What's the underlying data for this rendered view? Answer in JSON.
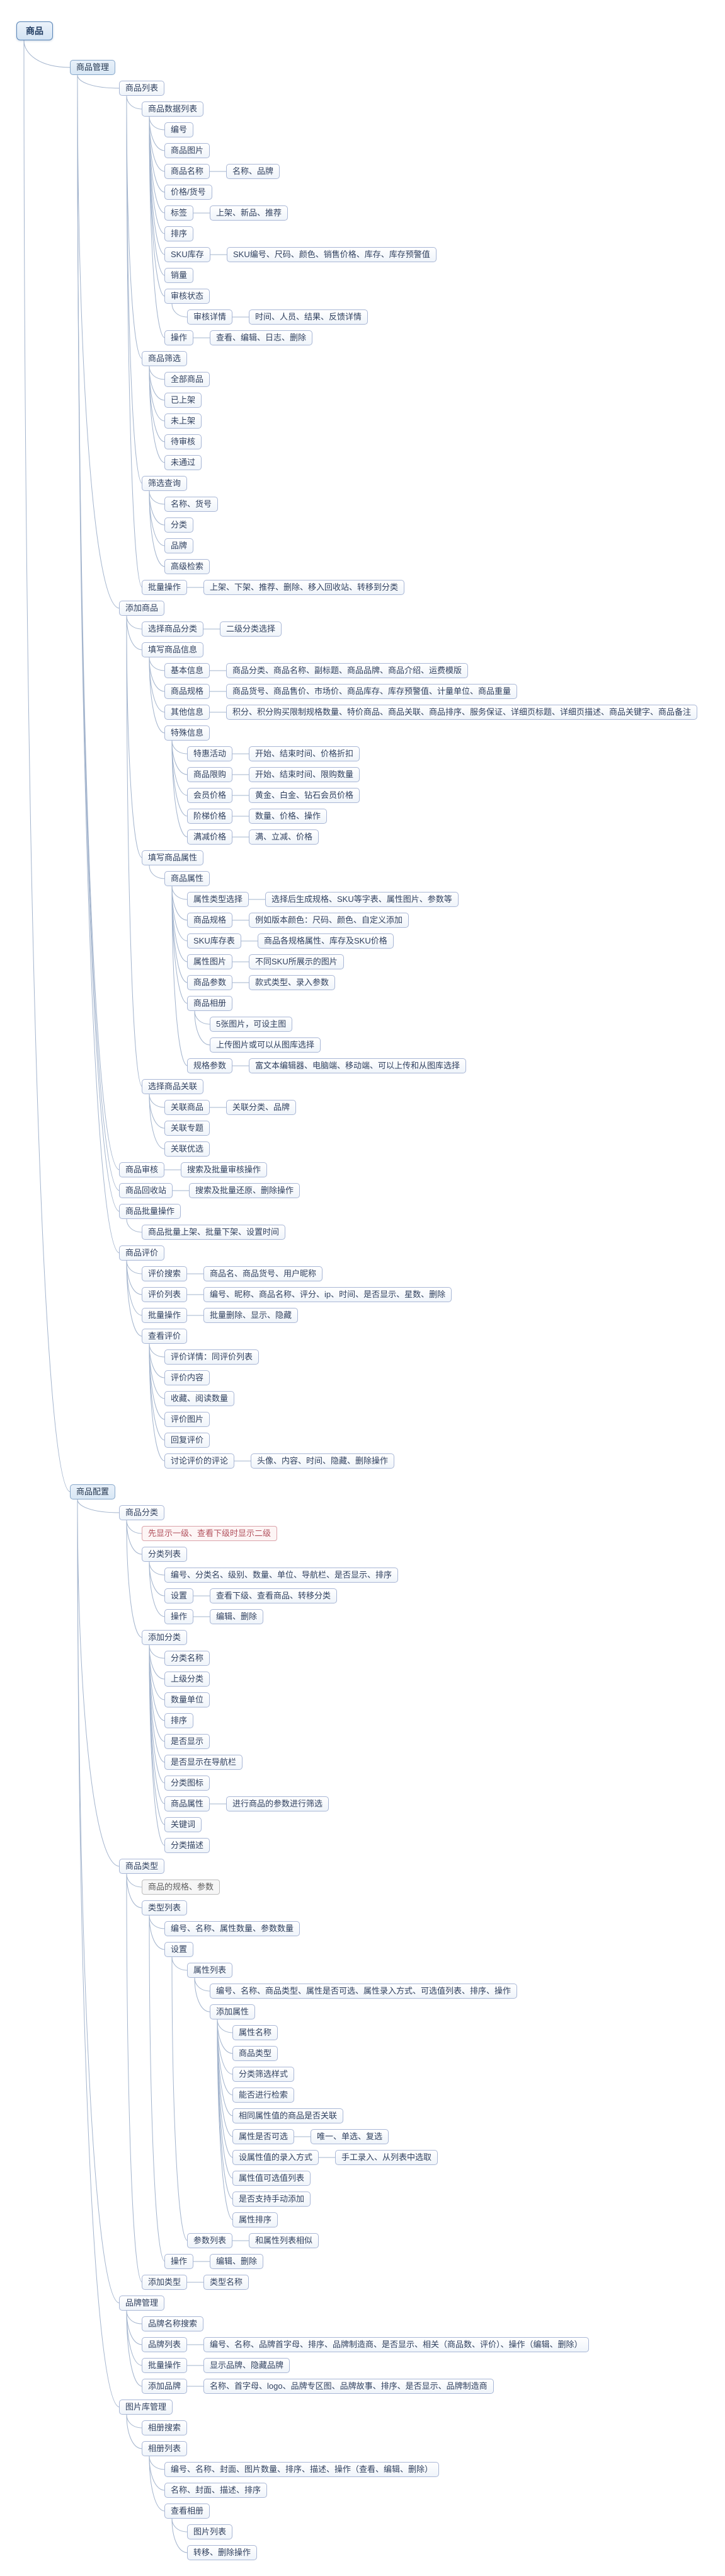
{
  "palette": {
    "edge_line": "#a3b4cd",
    "node_border": "#a9b7d6",
    "node_text": "#30405e",
    "root_border": "#5a86b8",
    "primary_fill": "#d8e7f5",
    "note_pink_text": "#b2525e",
    "note_gray_text": "#5d5d5d"
  },
  "mindmap": {
    "root": {
      "label": "商品",
      "style": "root",
      "children": [
        {
          "label": "商品管理",
          "style": "primary",
          "children": [
            {
              "label": "商品列表",
              "children": [
                {
                  "label": "商品数据列表",
                  "children": [
                    {
                      "label": "编号"
                    },
                    {
                      "label": "商品图片"
                    },
                    {
                      "label": "商品名称",
                      "children": [
                        {
                          "label": "名称、品牌"
                        }
                      ]
                    },
                    {
                      "label": "价格/货号"
                    },
                    {
                      "label": "标签",
                      "children": [
                        {
                          "label": "上架、新品、推荐"
                        }
                      ]
                    },
                    {
                      "label": "排序"
                    },
                    {
                      "label": "SKU库存",
                      "children": [
                        {
                          "label": "SKU编号、尺码、颜色、销售价格、库存、库存预警值"
                        }
                      ]
                    },
                    {
                      "label": "销量"
                    },
                    {
                      "label": "审核状态",
                      "children": [
                        {
                          "label": "审核详情",
                          "children": [
                            {
                              "label": "时间、人员、结果、反馈详情"
                            }
                          ]
                        }
                      ]
                    },
                    {
                      "label": "操作",
                      "children": [
                        {
                          "label": "查看、编辑、日志、删除"
                        }
                      ]
                    }
                  ]
                },
                {
                  "label": "商品筛选",
                  "children": [
                    {
                      "label": "全部商品"
                    },
                    {
                      "label": "已上架"
                    },
                    {
                      "label": "未上架"
                    },
                    {
                      "label": "待审核"
                    },
                    {
                      "label": "未通过"
                    }
                  ]
                },
                {
                  "label": "筛选查询",
                  "children": [
                    {
                      "label": "名称、货号"
                    },
                    {
                      "label": "分类"
                    },
                    {
                      "label": "品牌"
                    },
                    {
                      "label": "高级检索"
                    }
                  ]
                },
                {
                  "label": "批量操作",
                  "children": [
                    {
                      "label": "上架、下架、推荐、删除、移入回收站、转移到分类"
                    }
                  ]
                }
              ]
            },
            {
              "label": "添加商品",
              "children": [
                {
                  "label": "选择商品分类",
                  "children": [
                    {
                      "label": "二级分类选择"
                    }
                  ]
                },
                {
                  "label": "填写商品信息",
                  "children": [
                    {
                      "label": "基本信息",
                      "children": [
                        {
                          "label": "商品分类、商品名称、副标题、商品品牌、商品介绍、运费模版"
                        }
                      ]
                    },
                    {
                      "label": "商品规格",
                      "children": [
                        {
                          "label": "商品货号、商品售价、市场价、商品库存、库存预警值、计量单位、商品重量"
                        }
                      ]
                    },
                    {
                      "label": "其他信息",
                      "children": [
                        {
                          "label": "积分、积分购买限制规格数量、特价商品、商品关联、商品排序、服务保证、详细页标题、详细页描述、商品关键字、商品备注"
                        }
                      ]
                    },
                    {
                      "label": "特殊信息",
                      "children": [
                        {
                          "label": "特惠活动",
                          "children": [
                            {
                              "label": "开始、结束时间、价格折扣"
                            }
                          ]
                        },
                        {
                          "label": "商品限购",
                          "children": [
                            {
                              "label": "开始、结束时间、限购数量"
                            }
                          ]
                        },
                        {
                          "label": "会员价格",
                          "children": [
                            {
                              "label": "黄金、白金、钻石会员价格"
                            }
                          ]
                        },
                        {
                          "label": "阶梯价格",
                          "children": [
                            {
                              "label": "数量、价格、操作"
                            }
                          ]
                        },
                        {
                          "label": "满减价格",
                          "children": [
                            {
                              "label": "满、立减、价格"
                            }
                          ]
                        }
                      ]
                    }
                  ]
                },
                {
                  "label": "填写商品属性",
                  "children": [
                    {
                      "label": "商品属性",
                      "children": [
                        {
                          "label": "属性类型选择",
                          "children": [
                            {
                              "label": "选择后生成规格、SKU等字表、属性图片、参数等"
                            }
                          ]
                        },
                        {
                          "label": "商品规格",
                          "children": [
                            {
                              "label": "例如版本颜色：尺码、颜色、自定义添加"
                            }
                          ]
                        },
                        {
                          "label": "SKU库存表",
                          "children": [
                            {
                              "label": "商品各规格属性、库存及SKU价格"
                            }
                          ]
                        },
                        {
                          "label": "属性图片",
                          "children": [
                            {
                              "label": "不同SKU所展示的图片"
                            }
                          ]
                        },
                        {
                          "label": "商品参数",
                          "children": [
                            {
                              "label": "款式类型、录入参数"
                            }
                          ]
                        },
                        {
                          "label": "商品相册",
                          "children": [
                            {
                              "label": "5张图片，可设主图"
                            },
                            {
                              "label": "上传图片或可以从图库选择"
                            }
                          ]
                        },
                        {
                          "label": "规格参数",
                          "children": [
                            {
                              "label": "富文本编辑器、电脑端、移动端、可以上传和从图库选择"
                            }
                          ]
                        }
                      ]
                    }
                  ]
                },
                {
                  "label": "选择商品关联",
                  "children": [
                    {
                      "label": "关联商品",
                      "children": [
                        {
                          "label": "关联分类、品牌"
                        }
                      ]
                    },
                    {
                      "label": "关联专题"
                    },
                    {
                      "label": "关联优选"
                    }
                  ]
                }
              ]
            },
            {
              "label": "商品审核",
              "children": [
                {
                  "label": "搜索及批量审核操作"
                }
              ]
            },
            {
              "label": "商品回收站",
              "children": [
                {
                  "label": "搜索及批量还原、删除操作"
                }
              ]
            },
            {
              "label": "商品批量操作",
              "stack": true,
              "children": [
                {
                  "label": "商品批量上架、批量下架、设置时间"
                }
              ]
            },
            {
              "label": "商品评价",
              "children": [
                {
                  "label": "评价搜索",
                  "children": [
                    {
                      "label": "商品名、商品货号、用户昵称"
                    }
                  ]
                },
                {
                  "label": "评价列表",
                  "children": [
                    {
                      "label": "编号、昵称、商品名称、评分、ip、时间、是否显示、星数、删除"
                    }
                  ]
                },
                {
                  "label": "批量操作",
                  "children": [
                    {
                      "label": "批量删除、显示、隐藏"
                    }
                  ]
                },
                {
                  "label": "查看评价",
                  "children": [
                    {
                      "label": "评价详情：同评价列表"
                    },
                    {
                      "label": "评价内容"
                    },
                    {
                      "label": "收藏、阅读数量"
                    },
                    {
                      "label": "评价图片"
                    },
                    {
                      "label": "回复评价"
                    },
                    {
                      "label": "讨论评价的评论",
                      "children": [
                        {
                          "label": "头像、内容、时间、隐藏、删除操作"
                        }
                      ]
                    }
                  ]
                }
              ]
            }
          ]
        },
        {
          "label": "商品配置",
          "style": "primary",
          "children": [
            {
              "label": "商品分类",
              "children": [
                {
                  "label": "先显示一级、查看下级时显示二级",
                  "style": "pink"
                },
                {
                  "label": "分类列表",
                  "children": [
                    {
                      "label": "编号、分类名、级别、数量、单位、导航栏、是否显示、排序"
                    },
                    {
                      "label": "设置",
                      "children": [
                        {
                          "label": "查看下级、查看商品、转移分类"
                        }
                      ]
                    },
                    {
                      "label": "操作",
                      "children": [
                        {
                          "label": "编辑、删除"
                        }
                      ]
                    }
                  ]
                },
                {
                  "label": "添加分类",
                  "children": [
                    {
                      "label": "分类名称"
                    },
                    {
                      "label": "上级分类"
                    },
                    {
                      "label": "数量单位"
                    },
                    {
                      "label": "排序"
                    },
                    {
                      "label": "是否显示"
                    },
                    {
                      "label": "是否显示在导航栏"
                    },
                    {
                      "label": "分类图标"
                    },
                    {
                      "label": "商品属性",
                      "children": [
                        {
                          "label": "进行商品的参数进行筛选"
                        }
                      ]
                    },
                    {
                      "label": "关键词"
                    },
                    {
                      "label": "分类描述"
                    }
                  ]
                }
              ]
            },
            {
              "label": "商品类型",
              "children": [
                {
                  "label": "商品的规格、参数",
                  "style": "gray"
                },
                {
                  "label": "类型列表",
                  "children": [
                    {
                      "label": "编号、名称、属性数量、参数数量"
                    },
                    {
                      "label": "设置",
                      "children": [
                        {
                          "label": "属性列表",
                          "children": [
                            {
                              "label": "编号、名称、商品类型、属性是否可选、属性录入方式、可选值列表、排序、操作"
                            },
                            {
                              "label": "添加属性",
                              "children": [
                                {
                                  "label": "属性名称"
                                },
                                {
                                  "label": "商品类型"
                                },
                                {
                                  "label": "分类筛选样式"
                                },
                                {
                                  "label": "能否进行检索"
                                },
                                {
                                  "label": "相同属性值的商品是否关联"
                                },
                                {
                                  "label": "属性是否可选",
                                  "children": [
                                    {
                                      "label": "唯一、单选、复选"
                                    }
                                  ]
                                },
                                {
                                  "label": "设属性值的录入方式",
                                  "children": [
                                    {
                                      "label": "手工录入、从列表中选取"
                                    }
                                  ]
                                },
                                {
                                  "label": "属性值可选值列表"
                                },
                                {
                                  "label": "是否支持手动添加"
                                },
                                {
                                  "label": "属性排序"
                                }
                              ]
                            }
                          ]
                        },
                        {
                          "label": "参数列表",
                          "children": [
                            {
                              "label": "和属性列表相似"
                            }
                          ]
                        }
                      ]
                    },
                    {
                      "label": "操作",
                      "children": [
                        {
                          "label": "编辑、删除"
                        }
                      ]
                    }
                  ]
                },
                {
                  "label": "添加类型",
                  "children": [
                    {
                      "label": "类型名称"
                    }
                  ]
                }
              ]
            },
            {
              "label": "品牌管理",
              "children": [
                {
                  "label": "品牌名称搜索"
                },
                {
                  "label": "品牌列表",
                  "children": [
                    {
                      "label": "编号、名称、品牌首字母、排序、品牌制造商、是否显示、相关（商品数、评价）、操作（编辑、删除）"
                    }
                  ]
                },
                {
                  "label": "批量操作",
                  "children": [
                    {
                      "label": "显示品牌、隐藏品牌"
                    }
                  ]
                },
                {
                  "label": "添加品牌",
                  "children": [
                    {
                      "label": "名称、首字母、logo、品牌专区图、品牌故事、排序、是否显示、品牌制造商"
                    }
                  ]
                }
              ]
            },
            {
              "label": "图片库管理",
              "children": [
                {
                  "label": "相册搜索"
                },
                {
                  "label": "相册列表",
                  "children": [
                    {
                      "label": "编号、名称、封面、图片数量、排序、描述、操作（查看、编辑、删除）"
                    },
                    {
                      "label": "名称、封面、描述、排序"
                    },
                    {
                      "label": "查看相册",
                      "children": [
                        {
                          "label": "图片列表"
                        },
                        {
                          "label": "转移、删除操作"
                        }
                      ]
                    }
                  ]
                }
              ]
            }
          ]
        }
      ]
    }
  }
}
